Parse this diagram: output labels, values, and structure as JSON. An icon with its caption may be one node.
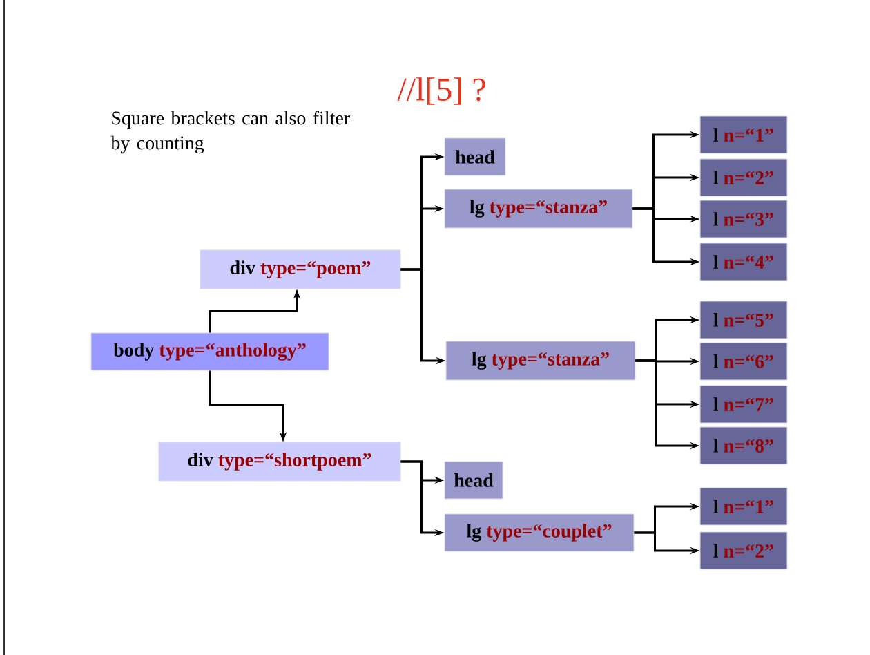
{
  "diagram": {
    "title": "//l[5] ?",
    "nodes": [
      {
        "text": [
          "body",
          "type=“anthology”"
        ]
      },
      {
        "text": [
          "div",
          "type=“poem”"
        ]
      },
      {
        "text": [
          "head"
        ]
      },
      {
        "text": [
          "lg",
          "type=“stanza”"
        ]
      },
      {
        "text": [
          "l",
          "n=“1”"
        ]
      },
      {
        "text": [
          "l",
          "n=“2”"
        ]
      },
      {
        "text": [
          "l",
          "n=“3”"
        ]
      },
      {
        "text": [
          "l",
          "n=“4”"
        ]
      },
      {
        "text": [
          "lg",
          "type=“stanza”"
        ]
      },
      {
        "text": [
          "l",
          "n=“5”"
        ]
      },
      {
        "text": [
          "l",
          "n=“6”"
        ]
      },
      {
        "text": [
          "l",
          "n=“7”"
        ]
      },
      {
        "text": [
          "l",
          "n=“8”"
        ]
      },
      {
        "text": [
          "div",
          "type=“shortpoem”"
        ]
      },
      {
        "text": [
          "head"
        ]
      },
      {
        "text": [
          "lg",
          "type=“couplet”"
        ]
      },
      {
        "text": [
          "l",
          "n=“1”"
        ]
      },
      {
        "text": [
          "l",
          "n=“2”"
        ]
      }
    ],
    "edges": [
      {
        "from": 0,
        "to": 1,
        "arrow": "to"
      },
      {
        "from": 0,
        "to": 13,
        "arrow": "to"
      },
      {
        "from": 1,
        "to": 2,
        "arrow": "to"
      },
      {
        "from": 1,
        "to": 3,
        "arrow": "to"
      },
      {
        "from": 1,
        "to": 8,
        "arrow": "to"
      },
      {
        "from": 3,
        "to": 4,
        "arrow": "to"
      },
      {
        "from": 3,
        "to": 5,
        "arrow": "to"
      },
      {
        "from": 3,
        "to": 6,
        "arrow": "to"
      },
      {
        "from": 3,
        "to": 7,
        "arrow": "to"
      },
      {
        "from": 8,
        "to": 9,
        "arrow": "to"
      },
      {
        "from": 8,
        "to": 10,
        "arrow": "to"
      },
      {
        "from": 8,
        "to": 11,
        "arrow": "to"
      },
      {
        "from": 8,
        "to": 12,
        "arrow": "to"
      },
      {
        "from": 13,
        "to": 14,
        "arrow": "to"
      },
      {
        "from": 13,
        "to": 15,
        "arrow": "to"
      },
      {
        "from": 15,
        "to": 16,
        "arrow": "to"
      },
      {
        "from": 15,
        "to": 17,
        "arrow": "to"
      }
    ],
    "labels": [
      "Square brackets can also filter by counting"
    ]
  }
}
